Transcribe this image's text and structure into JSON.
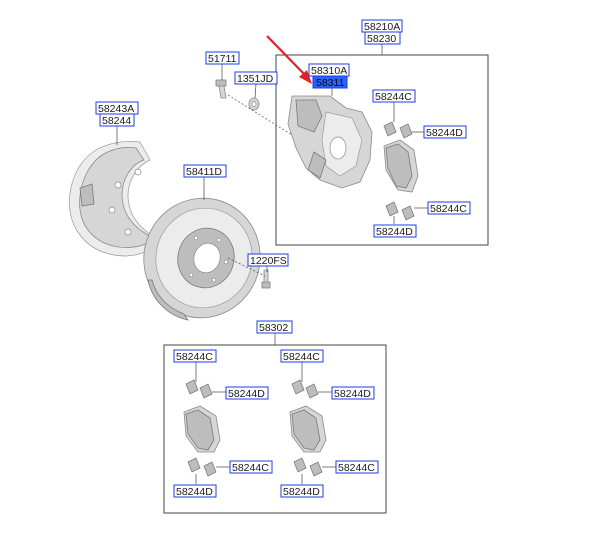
{
  "diagram": {
    "labels": {
      "caliper_assy": "58210A",
      "caliper_assy_2": "58230",
      "caliper_bracket": "58310A",
      "caliper_housing": "58311",
      "guide_bolt": "51711",
      "washer": "1351JD",
      "dust_cover_1": "58243A",
      "dust_cover_2": "58244",
      "disc": "58411D",
      "screw": "1220FS",
      "pad_kit": "58302",
      "upper_box": {
        "clip_top_left": "58244C",
        "clip_top_right": "58244D",
        "clip_bottom_right": "58244C",
        "clip_bottom_left": "58244D"
      },
      "lower_box_left": {
        "clip_top": "58244C",
        "clip_mid": "58244D",
        "clip_bot_right": "58244C",
        "clip_bot": "58244D"
      },
      "lower_box_right": {
        "clip_top": "58244C",
        "clip_mid": "58244D",
        "clip_bot_right": "58244C",
        "clip_bot": "58244D"
      }
    },
    "colors": {
      "label_border": "#1c3de0",
      "highlight": "#2563ff",
      "arrow": "#e0202a"
    }
  }
}
